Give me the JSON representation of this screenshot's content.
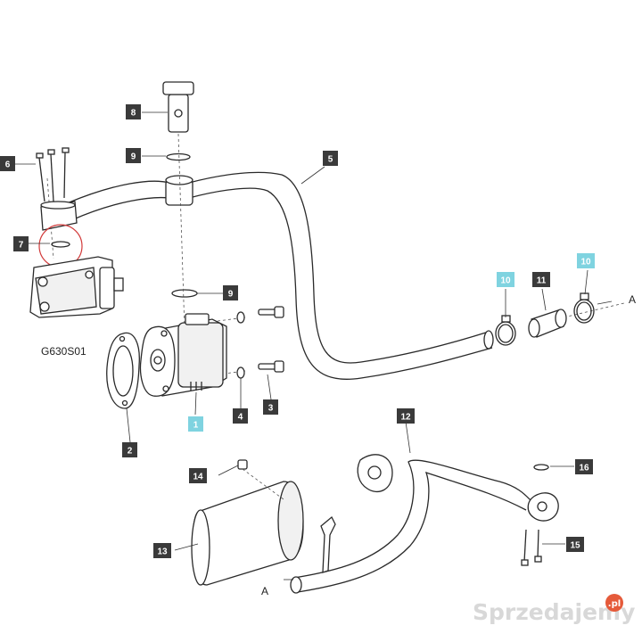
{
  "diagram": {
    "callouts": [
      {
        "id": "c1",
        "text": "1",
        "highlight": true
      },
      {
        "id": "c2",
        "text": "2",
        "highlight": false
      },
      {
        "id": "c3",
        "text": "3",
        "highlight": false
      },
      {
        "id": "c4",
        "text": "4",
        "highlight": false
      },
      {
        "id": "c5",
        "text": "5",
        "highlight": false
      },
      {
        "id": "c6",
        "text": "6",
        "highlight": false
      },
      {
        "id": "c7",
        "text": "7",
        "highlight": false
      },
      {
        "id": "c8",
        "text": "8",
        "highlight": false
      },
      {
        "id": "c9a",
        "text": "9",
        "highlight": false
      },
      {
        "id": "c9b",
        "text": "9",
        "highlight": false
      },
      {
        "id": "c10a",
        "text": "10",
        "highlight": true
      },
      {
        "id": "c10b",
        "text": "10",
        "highlight": true
      },
      {
        "id": "c11",
        "text": "11",
        "highlight": false
      },
      {
        "id": "c12",
        "text": "12",
        "highlight": false
      },
      {
        "id": "c13",
        "text": "13",
        "highlight": false
      },
      {
        "id": "c14",
        "text": "14",
        "highlight": false
      },
      {
        "id": "c15",
        "text": "15",
        "highlight": false
      },
      {
        "id": "c16",
        "text": "16",
        "highlight": false
      }
    ],
    "ref_code": "G630S01",
    "connector_top": "A",
    "connector_bottom": "A"
  },
  "colors": {
    "callout_fill": "#3a3a3a",
    "callout_highlight_fill": "#7fd3e0",
    "callout_text": "#ffffff",
    "line": "#2a2a2a",
    "detail_circle": "#d23a3a",
    "watermark": "#d8d8d8"
  },
  "watermark": {
    "text": "Sprzedajemy",
    "suffix": ".pl"
  }
}
